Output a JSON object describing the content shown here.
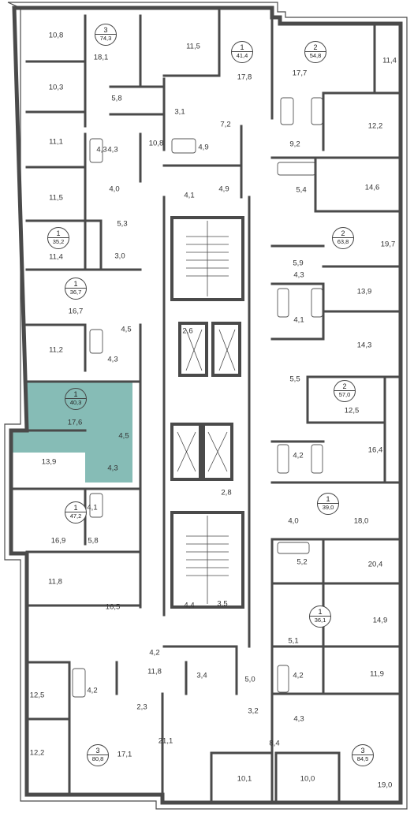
{
  "colors": {
    "wall": "#4a4a4a",
    "highlight": "#86bcb6",
    "background": "#ffffff"
  },
  "selected_apartment": {
    "rooms": "1",
    "area": "40,3"
  },
  "apartments": [
    {
      "rooms": "3",
      "area": "74,3"
    },
    {
      "rooms": "1",
      "area": "41,4"
    },
    {
      "rooms": "2",
      "area": "54,8"
    },
    {
      "rooms": "1",
      "area": "35,2"
    },
    {
      "rooms": "2",
      "area": "63,8"
    },
    {
      "rooms": "1",
      "area": "36,7"
    },
    {
      "rooms": "1",
      "area": "40,3"
    },
    {
      "rooms": "2",
      "area": "57,0"
    },
    {
      "rooms": "1",
      "area": "47,2"
    },
    {
      "rooms": "1",
      "area": "39,0"
    },
    {
      "rooms": "1",
      "area": "36,1"
    },
    {
      "rooms": "3",
      "area": "80,8"
    },
    {
      "rooms": "3",
      "area": "84,5"
    }
  ],
  "room_areas": [
    "10,8",
    "18,1",
    "11,5",
    "17,8",
    "17,7",
    "11,4",
    "10,3",
    "5,8",
    "3,1",
    "7,2",
    "4,3",
    "12,2",
    "11,1",
    "4,3",
    "10,8",
    "4,9",
    "9,2",
    "11,5",
    "4,0",
    "4,1",
    "4,9",
    "5,4",
    "14,6",
    "5,3",
    "19,7",
    "11,4",
    "3,0",
    "5,9",
    "4,3",
    "13,9",
    "16,7",
    "4,5",
    "2,6",
    "4,1",
    "14,3",
    "11,2",
    "4,3",
    "5,5",
    "17,6",
    "4,5",
    "12,5",
    "13,9",
    "4,3",
    "4,2",
    "16,4",
    "2,8",
    "4,1",
    "16,9",
    "5,8",
    "4,0",
    "18,0",
    "5,2",
    "20,4",
    "11,8",
    "4,2",
    "16,5",
    "3,5",
    "14,9",
    "5,1",
    "11,8",
    "3,4",
    "5,0",
    "4,2",
    "12,5",
    "4,2",
    "11,9",
    "2,3",
    "3,2",
    "4,3",
    "12,2",
    "17,1",
    "21,1",
    "8,4",
    "19,0",
    "10,1",
    "10,0",
    "4,4"
  ]
}
